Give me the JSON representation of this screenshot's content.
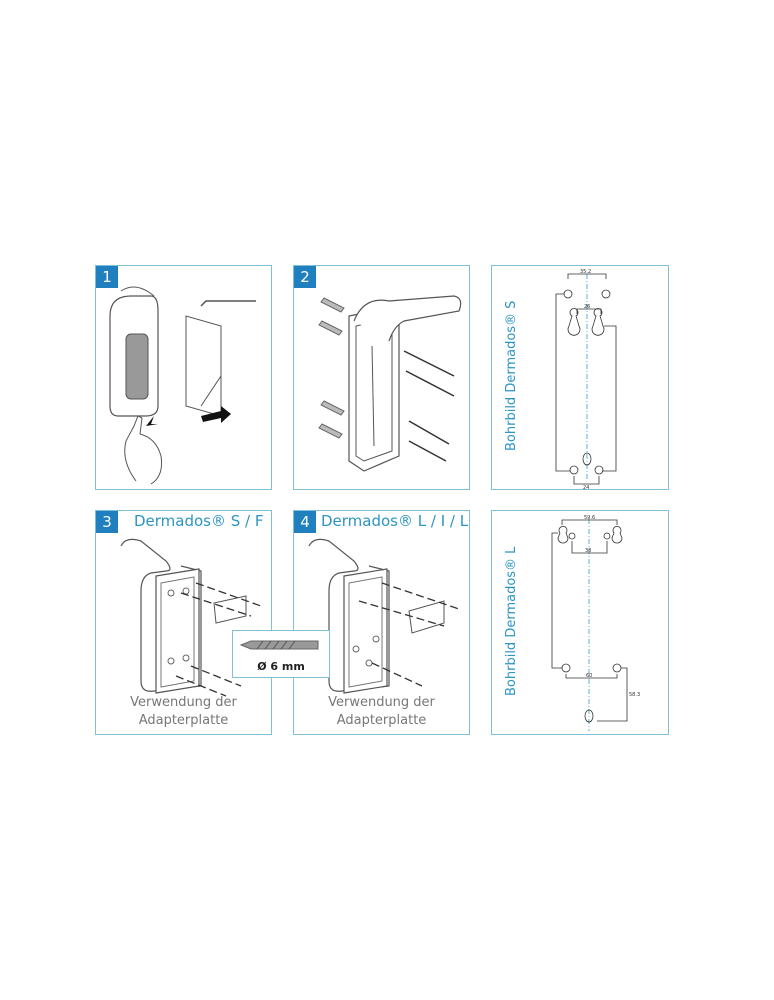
{
  "panels": [
    {
      "number": "1"
    },
    {
      "number": "2"
    },
    {
      "title": "Bohrbild Dermados® S",
      "dims": [
        "35.2",
        "26",
        "24"
      ]
    },
    {
      "number": "3",
      "title": "Dermados® S / F",
      "caption_line1": "Verwendung der",
      "caption_line2": "Adapterplatte"
    },
    {
      "number": "4",
      "title": "Dermados® L / I / LF",
      "caption_line1": "Verwendung der",
      "caption_line2": "Adapterplatte"
    },
    {
      "title": "Bohrbild Dermados® L",
      "dims": [
        "59.6",
        "38",
        "60",
        "58.3"
      ]
    }
  ],
  "drill": {
    "label": "Ø 6 mm"
  },
  "colors": {
    "accent": "#2c95c4",
    "badge": "#1f7fbf",
    "border": "#7fbfd8"
  }
}
